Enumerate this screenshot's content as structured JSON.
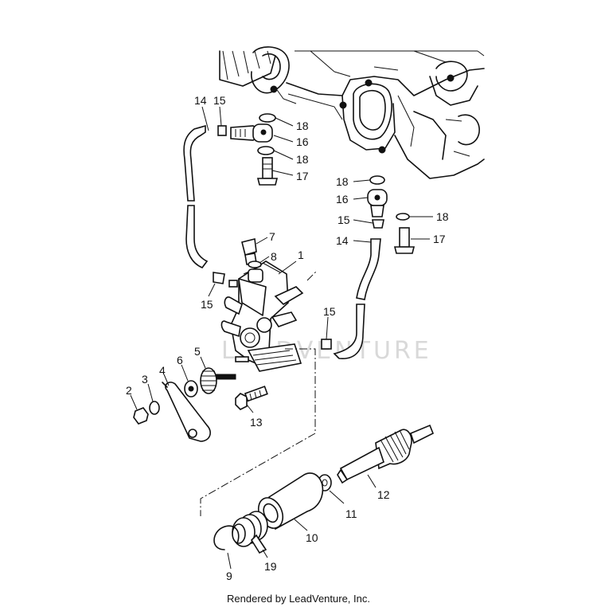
{
  "footer": {
    "credit": "Rendered by LeadVenture, Inc."
  },
  "watermark": {
    "text": "LEADVENTURE"
  },
  "callouts": [
    {
      "id": "c14a",
      "text": "14"
    },
    {
      "id": "c15a",
      "text": "15"
    },
    {
      "id": "c18a",
      "text": "18"
    },
    {
      "id": "c16a",
      "text": "16"
    },
    {
      "id": "c18b",
      "text": "18"
    },
    {
      "id": "c17a",
      "text": "17"
    },
    {
      "id": "c18c",
      "text": "18"
    },
    {
      "id": "c16b",
      "text": "16"
    },
    {
      "id": "c18d",
      "text": "18"
    },
    {
      "id": "c15b",
      "text": "15"
    },
    {
      "id": "c14b",
      "text": "14"
    },
    {
      "id": "c17b",
      "text": "17"
    },
    {
      "id": "c7",
      "text": "7"
    },
    {
      "id": "c8",
      "text": "8"
    },
    {
      "id": "c1",
      "text": "1"
    },
    {
      "id": "c15c",
      "text": "15"
    },
    {
      "id": "c15d",
      "text": "15"
    },
    {
      "id": "c5",
      "text": "5"
    },
    {
      "id": "c6",
      "text": "6"
    },
    {
      "id": "c4",
      "text": "4"
    },
    {
      "id": "c3",
      "text": "3"
    },
    {
      "id": "c2",
      "text": "2"
    },
    {
      "id": "c13",
      "text": "13"
    },
    {
      "id": "c12",
      "text": "12"
    },
    {
      "id": "c11",
      "text": "11"
    },
    {
      "id": "c10",
      "text": "10"
    },
    {
      "id": "c19",
      "text": "19"
    },
    {
      "id": "c9",
      "text": "9"
    }
  ]
}
